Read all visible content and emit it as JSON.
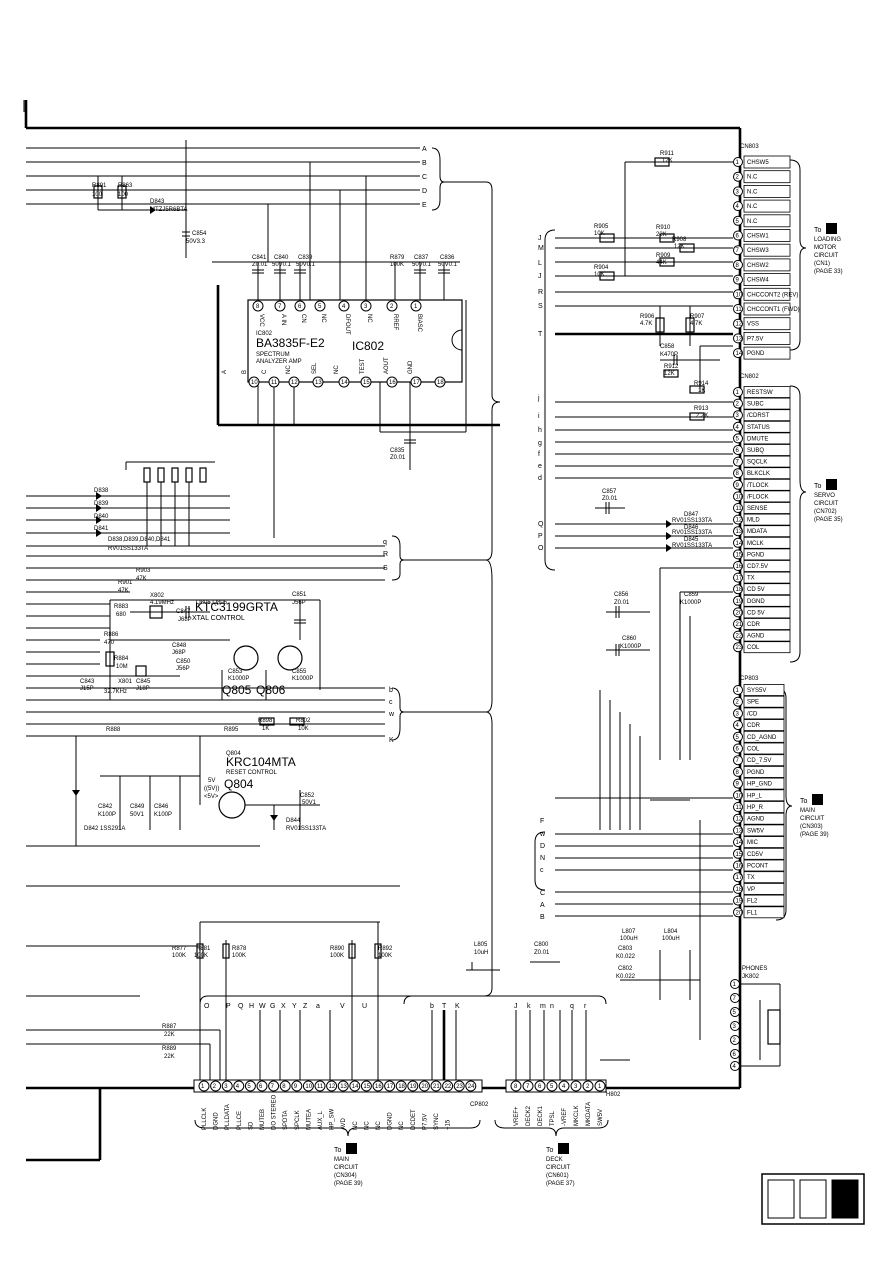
{
  "ic802": {
    "ref": "IC802",
    "part": "BA3835F-E2",
    "func1": "SPECTRUM",
    "func2": "ANALYZER AMP",
    "center": "IC802",
    "top_pins": [
      {
        "n": "8",
        "name": "VCC"
      },
      {
        "n": "7",
        "name": "A IN"
      },
      {
        "n": "6",
        "name": "CN"
      },
      {
        "n": "5",
        "name": "NC"
      },
      {
        "n": "4",
        "name": "DFOUT"
      },
      {
        "n": "3",
        "name": "NC"
      },
      {
        "n": "2",
        "name": "RREF"
      },
      {
        "n": "1",
        "name": "BIASC"
      }
    ],
    "bottom_pins": [
      {
        "n": "10",
        "name": "A"
      },
      {
        "n": "11",
        "name": "B"
      },
      {
        "n": "12",
        "name": "C"
      },
      {
        "n": "13",
        "name": "NC"
      },
      {
        "n": "14",
        "name": "SEL"
      },
      {
        "n": "15",
        "name": "NC"
      },
      {
        "n": "16",
        "name": "TEST"
      },
      {
        "n": "17",
        "name": "AOUT"
      },
      {
        "n": "18",
        "name": "GND"
      }
    ]
  },
  "osc": {
    "part": "KTC3199GRTA",
    "func": "XTAL CONTROL",
    "q805": "Q805",
    "q806": "Q806"
  },
  "reset": {
    "ref": "Q804",
    "part": "KRC104MTA",
    "func": "RESET CONTROL",
    "q804": "Q804"
  },
  "letters": [
    {
      "t": "A",
      "p": "a1"
    },
    {
      "t": "B",
      "p": "a2"
    },
    {
      "t": "C",
      "p": "a3"
    },
    {
      "t": "D",
      "p": "a4"
    },
    {
      "t": "E",
      "p": "a5"
    },
    {
      "t": "q",
      "p": "b1"
    },
    {
      "t": "R",
      "p": "b2"
    },
    {
      "t": "S",
      "p": "b3"
    },
    {
      "t": "b",
      "p": "c1"
    },
    {
      "t": "c",
      "p": "c2"
    },
    {
      "t": "w",
      "p": "c3"
    },
    {
      "t": "K",
      "p": "c4"
    },
    {
      "t": "J",
      "p": "d1"
    },
    {
      "t": "M",
      "p": "d2"
    },
    {
      "t": "L",
      "p": "d3"
    },
    {
      "t": "J",
      "p": "d4"
    },
    {
      "t": "R",
      "p": "d5"
    },
    {
      "t": "S",
      "p": "d6"
    },
    {
      "t": "T",
      "p": "d7"
    },
    {
      "t": "j",
      "p": "e1"
    },
    {
      "t": "i",
      "p": "e2"
    },
    {
      "t": "h",
      "p": "e3"
    },
    {
      "t": "g",
      "p": "e4"
    },
    {
      "t": "f",
      "p": "e5"
    },
    {
      "t": "e",
      "p": "e6"
    },
    {
      "t": "d",
      "p": "e7"
    },
    {
      "t": "Q",
      "p": "e8"
    },
    {
      "t": "P",
      "p": "e9"
    },
    {
      "t": "O",
      "p": "e10"
    },
    {
      "t": "F",
      "p": "f1"
    },
    {
      "t": "w",
      "p": "f2"
    },
    {
      "t": "D",
      "p": "f3"
    },
    {
      "t": "N",
      "p": "f4"
    },
    {
      "t": "c",
      "p": "f5"
    },
    {
      "t": "C",
      "p": "f6"
    },
    {
      "t": "A",
      "p": "f7"
    },
    {
      "t": "B",
      "p": "f8"
    },
    {
      "t": "O",
      "p": "g1"
    },
    {
      "t": "P",
      "p": "g2"
    },
    {
      "t": "Q",
      "p": "g3"
    },
    {
      "t": "H",
      "p": "g4"
    },
    {
      "t": "W",
      "p": "g5"
    },
    {
      "t": "G",
      "p": "g6"
    },
    {
      "t": "X",
      "p": "g7"
    },
    {
      "t": "Y",
      "p": "g8"
    },
    {
      "t": "Z",
      "p": "g9"
    },
    {
      "t": "a",
      "p": "g10"
    },
    {
      "t": "V",
      "p": "g11"
    },
    {
      "t": "U",
      "p": "g12"
    },
    {
      "t": "b",
      "p": "g13"
    },
    {
      "t": "T",
      "p": "g14"
    },
    {
      "t": "K",
      "p": "g15"
    },
    {
      "t": "J",
      "p": "g16"
    },
    {
      "t": "k",
      "p": "g17"
    },
    {
      "t": "m",
      "p": "g18"
    },
    {
      "t": "n",
      "p": "g19"
    },
    {
      "t": "q",
      "p": "g20"
    },
    {
      "t": "r",
      "p": "g21"
    }
  ],
  "components": [
    {
      "t": "R891",
      "p": "r891"
    },
    {
      "t": "100",
      "p": "r891v"
    },
    {
      "t": "R863",
      "p": "r863"
    },
    {
      "t": "100",
      "p": "r863v"
    },
    {
      "t": "D843",
      "p": "d843"
    },
    {
      "t": "MTZJ5R6BTA",
      "p": "d843v"
    },
    {
      "t": "C854",
      "p": "c854"
    },
    {
      "t": "50V3.3",
      "p": "c854v"
    },
    {
      "t": "C841",
      "p": "c841"
    },
    {
      "t": "Z0.01",
      "p": "c841v"
    },
    {
      "t": "C840",
      "p": "c840"
    },
    {
      "t": "50V0.1",
      "p": "c840v"
    },
    {
      "t": "C839",
      "p": "c839"
    },
    {
      "t": "50V0.1",
      "p": "c839v"
    },
    {
      "t": "R879",
      "p": "r879"
    },
    {
      "t": "100K",
      "p": "r879v"
    },
    {
      "t": "C837",
      "p": "c837"
    },
    {
      "t": "50V0.1",
      "p": "c837v"
    },
    {
      "t": "C836",
      "p": "c836"
    },
    {
      "t": "50V0.1",
      "p": "c836v"
    },
    {
      "t": "C835",
      "p": "c835"
    },
    {
      "t": "Z0.01",
      "p": "c835v"
    },
    {
      "t": "D838",
      "p": "d838"
    },
    {
      "t": "D839",
      "p": "d839"
    },
    {
      "t": "D840",
      "p": "d840"
    },
    {
      "t": "D841",
      "p": "d841"
    },
    {
      "t": "D838,D839,D840,D841",
      "p": "dgrp"
    },
    {
      "t": "RV01SS133TA",
      "p": "dgrpv"
    },
    {
      "t": "R901",
      "p": "r901"
    },
    {
      "t": "47K",
      "p": "r901v"
    },
    {
      "t": "R903",
      "p": "r903"
    },
    {
      "t": "47K",
      "p": "r903v"
    },
    {
      "t": "R883",
      "p": "r883"
    },
    {
      "t": "680",
      "p": "r883v"
    },
    {
      "t": "X802",
      "p": "x802"
    },
    {
      "t": "4.19MHz",
      "p": "x802v"
    },
    {
      "t": "C847",
      "p": "c847"
    },
    {
      "t": "J68P",
      "p": "c847v"
    },
    {
      "t": "Q805,Q806",
      "p": "q805r"
    },
    {
      "t": "C851",
      "p": "c851"
    },
    {
      "t": "J56P",
      "p": "c851v"
    },
    {
      "t": "R886",
      "p": "r886"
    },
    {
      "t": "470",
      "p": "r886v"
    },
    {
      "t": "C848",
      "p": "c848"
    },
    {
      "t": "J68P",
      "p": "c848v"
    },
    {
      "t": "C850",
      "p": "c850"
    },
    {
      "t": "J56P",
      "p": "c850v"
    },
    {
      "t": "R884",
      "p": "r884"
    },
    {
      "t": "10M",
      "p": "r884v"
    },
    {
      "t": "C853",
      "p": "c853"
    },
    {
      "t": "K1000P",
      "p": "c853v"
    },
    {
      "t": "C855",
      "p": "c855"
    },
    {
      "t": "K1000P",
      "p": "c855v"
    },
    {
      "t": "C843",
      "p": "c843"
    },
    {
      "t": "J15P",
      "p": "c843v"
    },
    {
      "t": "X801",
      "p": "x801"
    },
    {
      "t": "32.7KHz",
      "p": "x801v"
    },
    {
      "t": "C845",
      "p": "c845"
    },
    {
      "t": "J18P",
      "p": "c845v"
    },
    {
      "t": "R898",
      "p": "r898"
    },
    {
      "t": "1K",
      "p": "r898v"
    },
    {
      "t": "R802",
      "p": "r802"
    },
    {
      "t": "10K",
      "p": "r802v"
    },
    {
      "t": "R888",
      "p": "r888"
    },
    {
      "t": "R895",
      "p": "r895"
    },
    {
      "t": "C852",
      "p": "c852"
    },
    {
      "t": "50V1",
      "p": "c852v"
    },
    {
      "t": "D844",
      "p": "d844"
    },
    {
      "t": "RV01SS133TA",
      "p": "d844v"
    },
    {
      "t": "C842",
      "p": "c842"
    },
    {
      "t": "K100P",
      "p": "c842v"
    },
    {
      "t": "C849",
      "p": "c849"
    },
    {
      "t": "50V1",
      "p": "c849v"
    },
    {
      "t": "C846",
      "p": "c846"
    },
    {
      "t": "K100P",
      "p": "c846v"
    },
    {
      "t": "D842 1SS291A",
      "p": "d842"
    },
    {
      "t": "5V",
      "p": "v5a"
    },
    {
      "t": "((5V))",
      "p": "v5b"
    },
    {
      "t": "<5V>",
      "p": "v5c"
    },
    {
      "t": "R877",
      "p": "r877"
    },
    {
      "t": "100K",
      "p": "r877v"
    },
    {
      "t": "R881",
      "p": "r881"
    },
    {
      "t": "100K",
      "p": "r881v"
    },
    {
      "t": "R878",
      "p": "r878"
    },
    {
      "t": "100K",
      "p": "r878v"
    },
    {
      "t": "R890",
      "p": "r890"
    },
    {
      "t": "100K",
      "p": "r890v"
    },
    {
      "t": "R892",
      "p": "r892"
    },
    {
      "t": "100K",
      "p": "r892v"
    },
    {
      "t": "R887",
      "p": "r887"
    },
    {
      "t": "22K",
      "p": "r887v"
    },
    {
      "t": "R889",
      "p": "r889"
    },
    {
      "t": "22K",
      "p": "r889v"
    },
    {
      "t": "L805",
      "p": "l805"
    },
    {
      "t": "10uH",
      "p": "l805v"
    },
    {
      "t": "C800",
      "p": "c800"
    },
    {
      "t": "Z0.01",
      "p": "c800v"
    },
    {
      "t": "L807",
      "p": "l807"
    },
    {
      "t": "100uH",
      "p": "l807v"
    },
    {
      "t": "L804",
      "p": "l804"
    },
    {
      "t": "100uH",
      "p": "l804v"
    },
    {
      "t": "C803",
      "p": "c803"
    },
    {
      "t": "K0.022",
      "p": "c803v"
    },
    {
      "t": "C802",
      "p": "c802"
    },
    {
      "t": "K0.022",
      "p": "c802v"
    },
    {
      "t": "R911",
      "p": "r911"
    },
    {
      "t": "12K",
      "p": "r911v"
    },
    {
      "t": "R905",
      "p": "r905"
    },
    {
      "t": "10K",
      "p": "r905v"
    },
    {
      "t": "R910",
      "p": "r910"
    },
    {
      "t": "22K",
      "p": "r910v"
    },
    {
      "t": "R908",
      "p": "r908"
    },
    {
      "t": "12K",
      "p": "r908v"
    },
    {
      "t": "R909",
      "p": "r909"
    },
    {
      "t": "44K",
      "p": "r909v"
    },
    {
      "t": "R904",
      "p": "r904"
    },
    {
      "t": "10K",
      "p": "r904v"
    },
    {
      "t": "R906",
      "p": "r906"
    },
    {
      "t": "4.7K",
      "p": "r906v"
    },
    {
      "t": "R907",
      "p": "r907"
    },
    {
      "t": "4.7K",
      "p": "r907v"
    },
    {
      "t": "C858",
      "p": "c858"
    },
    {
      "t": "K470P",
      "p": "c858v"
    },
    {
      "t": "R912",
      "p": "r912"
    },
    {
      "t": "12K",
      "p": "r912v"
    },
    {
      "t": "R914",
      "p": "r914"
    },
    {
      "t": "1K",
      "p": "r914v"
    },
    {
      "t": "R913",
      "p": "r913"
    },
    {
      "t": "2.2K",
      "p": "r913v"
    },
    {
      "t": "C857",
      "p": "c857"
    },
    {
      "t": "Z0.01",
      "p": "c857v"
    },
    {
      "t": "D847",
      "p": "d847"
    },
    {
      "t": "RV01SS133TA",
      "p": "d847v"
    },
    {
      "t": "D846",
      "p": "d846"
    },
    {
      "t": "RV01SS133TA",
      "p": "d846v"
    },
    {
      "t": "D845",
      "p": "d845"
    },
    {
      "t": "RV01SS133TA",
      "p": "d845v"
    },
    {
      "t": "C856",
      "p": "c856"
    },
    {
      "t": "Z0.01",
      "p": "c856v"
    },
    {
      "t": "C859",
      "p": "c859"
    },
    {
      "t": "K1000P",
      "p": "c859v"
    },
    {
      "t": "C860",
      "p": "c860"
    },
    {
      "t": "K1000P",
      "p": "c860v"
    }
  ],
  "connectors": {
    "cn803": {
      "title": "CN803",
      "pins": [
        {
          "n": "1",
          "name": "CHSW5"
        },
        {
          "n": "2",
          "name": "N.C"
        },
        {
          "n": "3",
          "name": "N.C"
        },
        {
          "n": "4",
          "name": "N.C"
        },
        {
          "n": "5",
          "name": "N.C"
        },
        {
          "n": "6",
          "name": "CHSW1"
        },
        {
          "n": "7",
          "name": "CHSW3"
        },
        {
          "n": "8",
          "name": "CHSW2"
        },
        {
          "n": "9",
          "name": "CHSW4"
        },
        {
          "n": "10",
          "name": "CHCCONT2 (REV)"
        },
        {
          "n": "11",
          "name": "CHCCONT1 (FWD)"
        },
        {
          "n": "12",
          "name": "VSS"
        },
        {
          "n": "13",
          "name": "P7.5V"
        },
        {
          "n": "14",
          "name": "PGND"
        }
      ]
    },
    "cn802": {
      "title": "CN802",
      "pins": [
        {
          "n": "1",
          "name": "RESTSW"
        },
        {
          "n": "2",
          "name": "SUBC"
        },
        {
          "n": "3",
          "name": "/CDRST"
        },
        {
          "n": "4",
          "name": "STATUS"
        },
        {
          "n": "5",
          "name": "DMUTE"
        },
        {
          "n": "6",
          "name": "SUBQ"
        },
        {
          "n": "7",
          "name": "SQCLK"
        },
        {
          "n": "8",
          "name": "BLKCLK"
        },
        {
          "n": "9",
          "name": "/TLOCK"
        },
        {
          "n": "10",
          "name": "/FLOCK"
        },
        {
          "n": "11",
          "name": "SENSE"
        },
        {
          "n": "12",
          "name": "MLD"
        },
        {
          "n": "13",
          "name": "MDATA"
        },
        {
          "n": "14",
          "name": "MCLK"
        },
        {
          "n": "15",
          "name": "PGND"
        },
        {
          "n": "16",
          "name": "CD7.5V"
        },
        {
          "n": "17",
          "name": "TX"
        },
        {
          "n": "18",
          "name": "CD 5V"
        },
        {
          "n": "19",
          "name": "DGND"
        },
        {
          "n": "20",
          "name": "CD 5V"
        },
        {
          "n": "21",
          "name": "CDR"
        },
        {
          "n": "22",
          "name": "AGND"
        },
        {
          "n": "23",
          "name": "COL"
        }
      ]
    },
    "cp803": {
      "title": "CP803",
      "pins": [
        {
          "n": "1",
          "name": "SYS5V"
        },
        {
          "n": "2",
          "name": "SPE"
        },
        {
          "n": "3",
          "name": "/CD"
        },
        {
          "n": "4",
          "name": "CDR"
        },
        {
          "n": "5",
          "name": "CD_AGND"
        },
        {
          "n": "6",
          "name": "COL"
        },
        {
          "n": "7",
          "name": "CD_7.5V"
        },
        {
          "n": "8",
          "name": "PGND"
        },
        {
          "n": "9",
          "name": "HP_GND"
        },
        {
          "n": "10",
          "name": "HP_L"
        },
        {
          "n": "11",
          "name": "HP_R"
        },
        {
          "n": "12",
          "name": "AGND"
        },
        {
          "n": "13",
          "name": "SW5V"
        },
        {
          "n": "14",
          "name": "MIC"
        },
        {
          "n": "15",
          "name": "CD5V"
        },
        {
          "n": "16",
          "name": "PCONT"
        },
        {
          "n": "17",
          "name": "TX"
        },
        {
          "n": "18",
          "name": "VP"
        },
        {
          "n": "19",
          "name": "FL2"
        },
        {
          "n": "20",
          "name": "FL1"
        }
      ]
    },
    "phones": {
      "title": "PHONES",
      "ref": "JK802",
      "pins": [
        {
          "n": "1"
        },
        {
          "n": "7"
        },
        {
          "n": "5"
        },
        {
          "n": "3"
        },
        {
          "n": "2"
        },
        {
          "n": "6"
        },
        {
          "n": "4"
        }
      ]
    },
    "cp802": {
      "title": "CP802",
      "pins": [
        {
          "n": "1",
          "name": "PLLCLK"
        },
        {
          "n": "2",
          "name": "DGND"
        },
        {
          "n": "3",
          "name": "PLLDATA"
        },
        {
          "n": "4",
          "name": "PLLCE"
        },
        {
          "n": "5",
          "name": "SD"
        },
        {
          "n": "6",
          "name": "MUTEB"
        },
        {
          "n": "7",
          "name": "DO STEREO"
        },
        {
          "n": "8",
          "name": "SPDTA"
        },
        {
          "n": "9",
          "name": "SPCLK"
        },
        {
          "n": "10",
          "name": "MUTEA"
        },
        {
          "n": "11",
          "name": "AUX_L"
        },
        {
          "n": "12",
          "name": "HP_SW"
        },
        {
          "n": "13",
          "name": "AVD"
        },
        {
          "n": "14",
          "name": "NC"
        },
        {
          "n": "15",
          "name": "NC"
        },
        {
          "n": "16",
          "name": "NC"
        },
        {
          "n": "17",
          "name": "DGND"
        },
        {
          "n": "18",
          "name": "NC"
        },
        {
          "n": "19",
          "name": "DCDET"
        },
        {
          "n": "20",
          "name": "P7.5V"
        },
        {
          "n": "21",
          "name": "SYNC"
        },
        {
          "n": "22",
          "name": "+15"
        },
        {
          "n": "23",
          "name": ""
        },
        {
          "n": "24",
          "name": ""
        }
      ]
    },
    "h802": {
      "title": "H802",
      "pins": [
        {
          "n": "8",
          "name": "VREF+"
        },
        {
          "n": "7",
          "name": "DECK2"
        },
        {
          "n": "6",
          "name": "DECK1"
        },
        {
          "n": "5",
          "name": "TPSL"
        },
        {
          "n": "4",
          "name": "-VREF"
        },
        {
          "n": "3",
          "name": "MKCLK"
        },
        {
          "n": "2",
          "name": "MKDATA"
        },
        {
          "n": "1",
          "name": "SW5V"
        }
      ]
    }
  },
  "destinations": [
    {
      "badge": "K",
      "prefix": "To",
      "lines": [
        "LOADING",
        "MOTOR",
        "CIRCUIT",
        "(CN1)",
        "(PAGE 33)"
      ],
      "p": "dk"
    },
    {
      "badge": "A",
      "prefix": "To",
      "lines": [
        "SERVO",
        "CIRCUIT",
        "(CN702)",
        "(PAGE 35)"
      ],
      "p": "da"
    },
    {
      "badge": "B",
      "prefix": "To",
      "lines": [
        "MAIN",
        "CIRCUIT",
        "(CN303)",
        "(PAGE 39)"
      ],
      "p": "db1"
    },
    {
      "badge": "B",
      "prefix": "To",
      "lines": [
        "MAIN",
        "CIRCUIT",
        "(CN304)",
        "(PAGE 39)"
      ],
      "p": "db2"
    },
    {
      "badge": "C",
      "prefix": "To",
      "lines": [
        "DECK",
        "CIRCUIT",
        "(CN601)",
        "(PAGE 37)"
      ],
      "p": "dc"
    }
  ]
}
